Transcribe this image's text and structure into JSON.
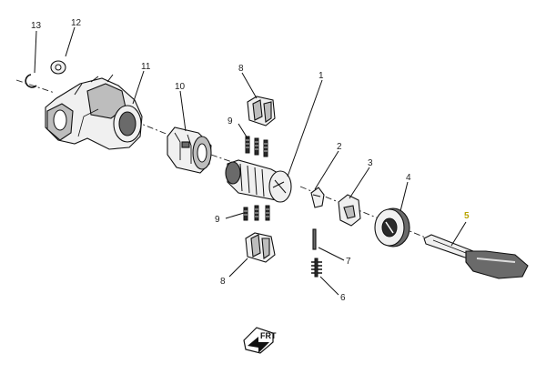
{
  "callouts": {
    "c1": "1",
    "c2": "2",
    "c3": "3",
    "c4": "4",
    "c5": "5",
    "c6": "6",
    "c7": "7",
    "c8a": "8",
    "c8b": "8",
    "c9a": "9",
    "c9b": "9",
    "c10": "10",
    "c11": "11",
    "c12": "12",
    "c13": "13"
  },
  "direction_indicator": {
    "label": "FRT"
  },
  "colors": {
    "highlight_callout": "#b8a400",
    "line": "#111111"
  }
}
